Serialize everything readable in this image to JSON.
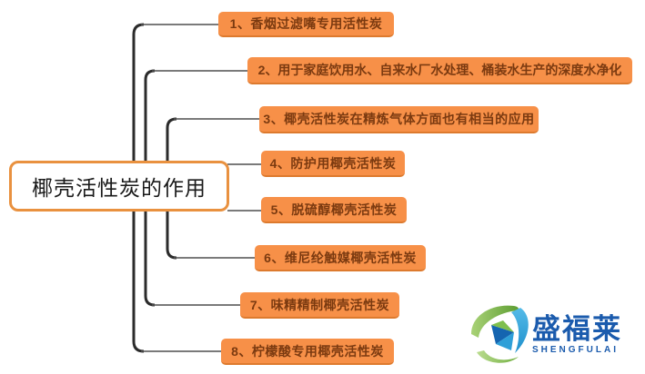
{
  "mindmap": {
    "root_label": "椰壳活性炭的作用",
    "branches": [
      {
        "label": "1、香烟过滤嘴专用活性炭"
      },
      {
        "label": "2、用于家庭饮用水、自来水厂水处理、桶装水生产的深度水净化"
      },
      {
        "label": "3、椰壳活性炭在精炼气体方面也有相当的应用"
      },
      {
        "label": "4、防护用椰壳活性炭"
      },
      {
        "label": "5、脱硫醇椰壳活性炭"
      },
      {
        "label": "6、维尼纶触媒椰壳活性炭"
      },
      {
        "label": "7、味精精制椰壳活性炭"
      },
      {
        "label": "8、柠檬酸专用椰壳活性炭"
      }
    ]
  },
  "logo": {
    "brand_cn": "盛福莱",
    "brand_en": "SHENGFULAI"
  },
  "colors": {
    "branch_fill": "#F79048",
    "branch_border_bottom": "#DD7A2E",
    "branch_text": "#7B3A10",
    "root_border": "#E9913F",
    "root_text": "#1A1A1A",
    "connector_trunk": "#2B2B2B",
    "connector_thin": "#4F4F4F",
    "logo_blue": "#1B5BAD",
    "logo_green": "#7CB342",
    "logo_light_blue": "#35A8DF",
    "background": "#FFFFFF"
  }
}
